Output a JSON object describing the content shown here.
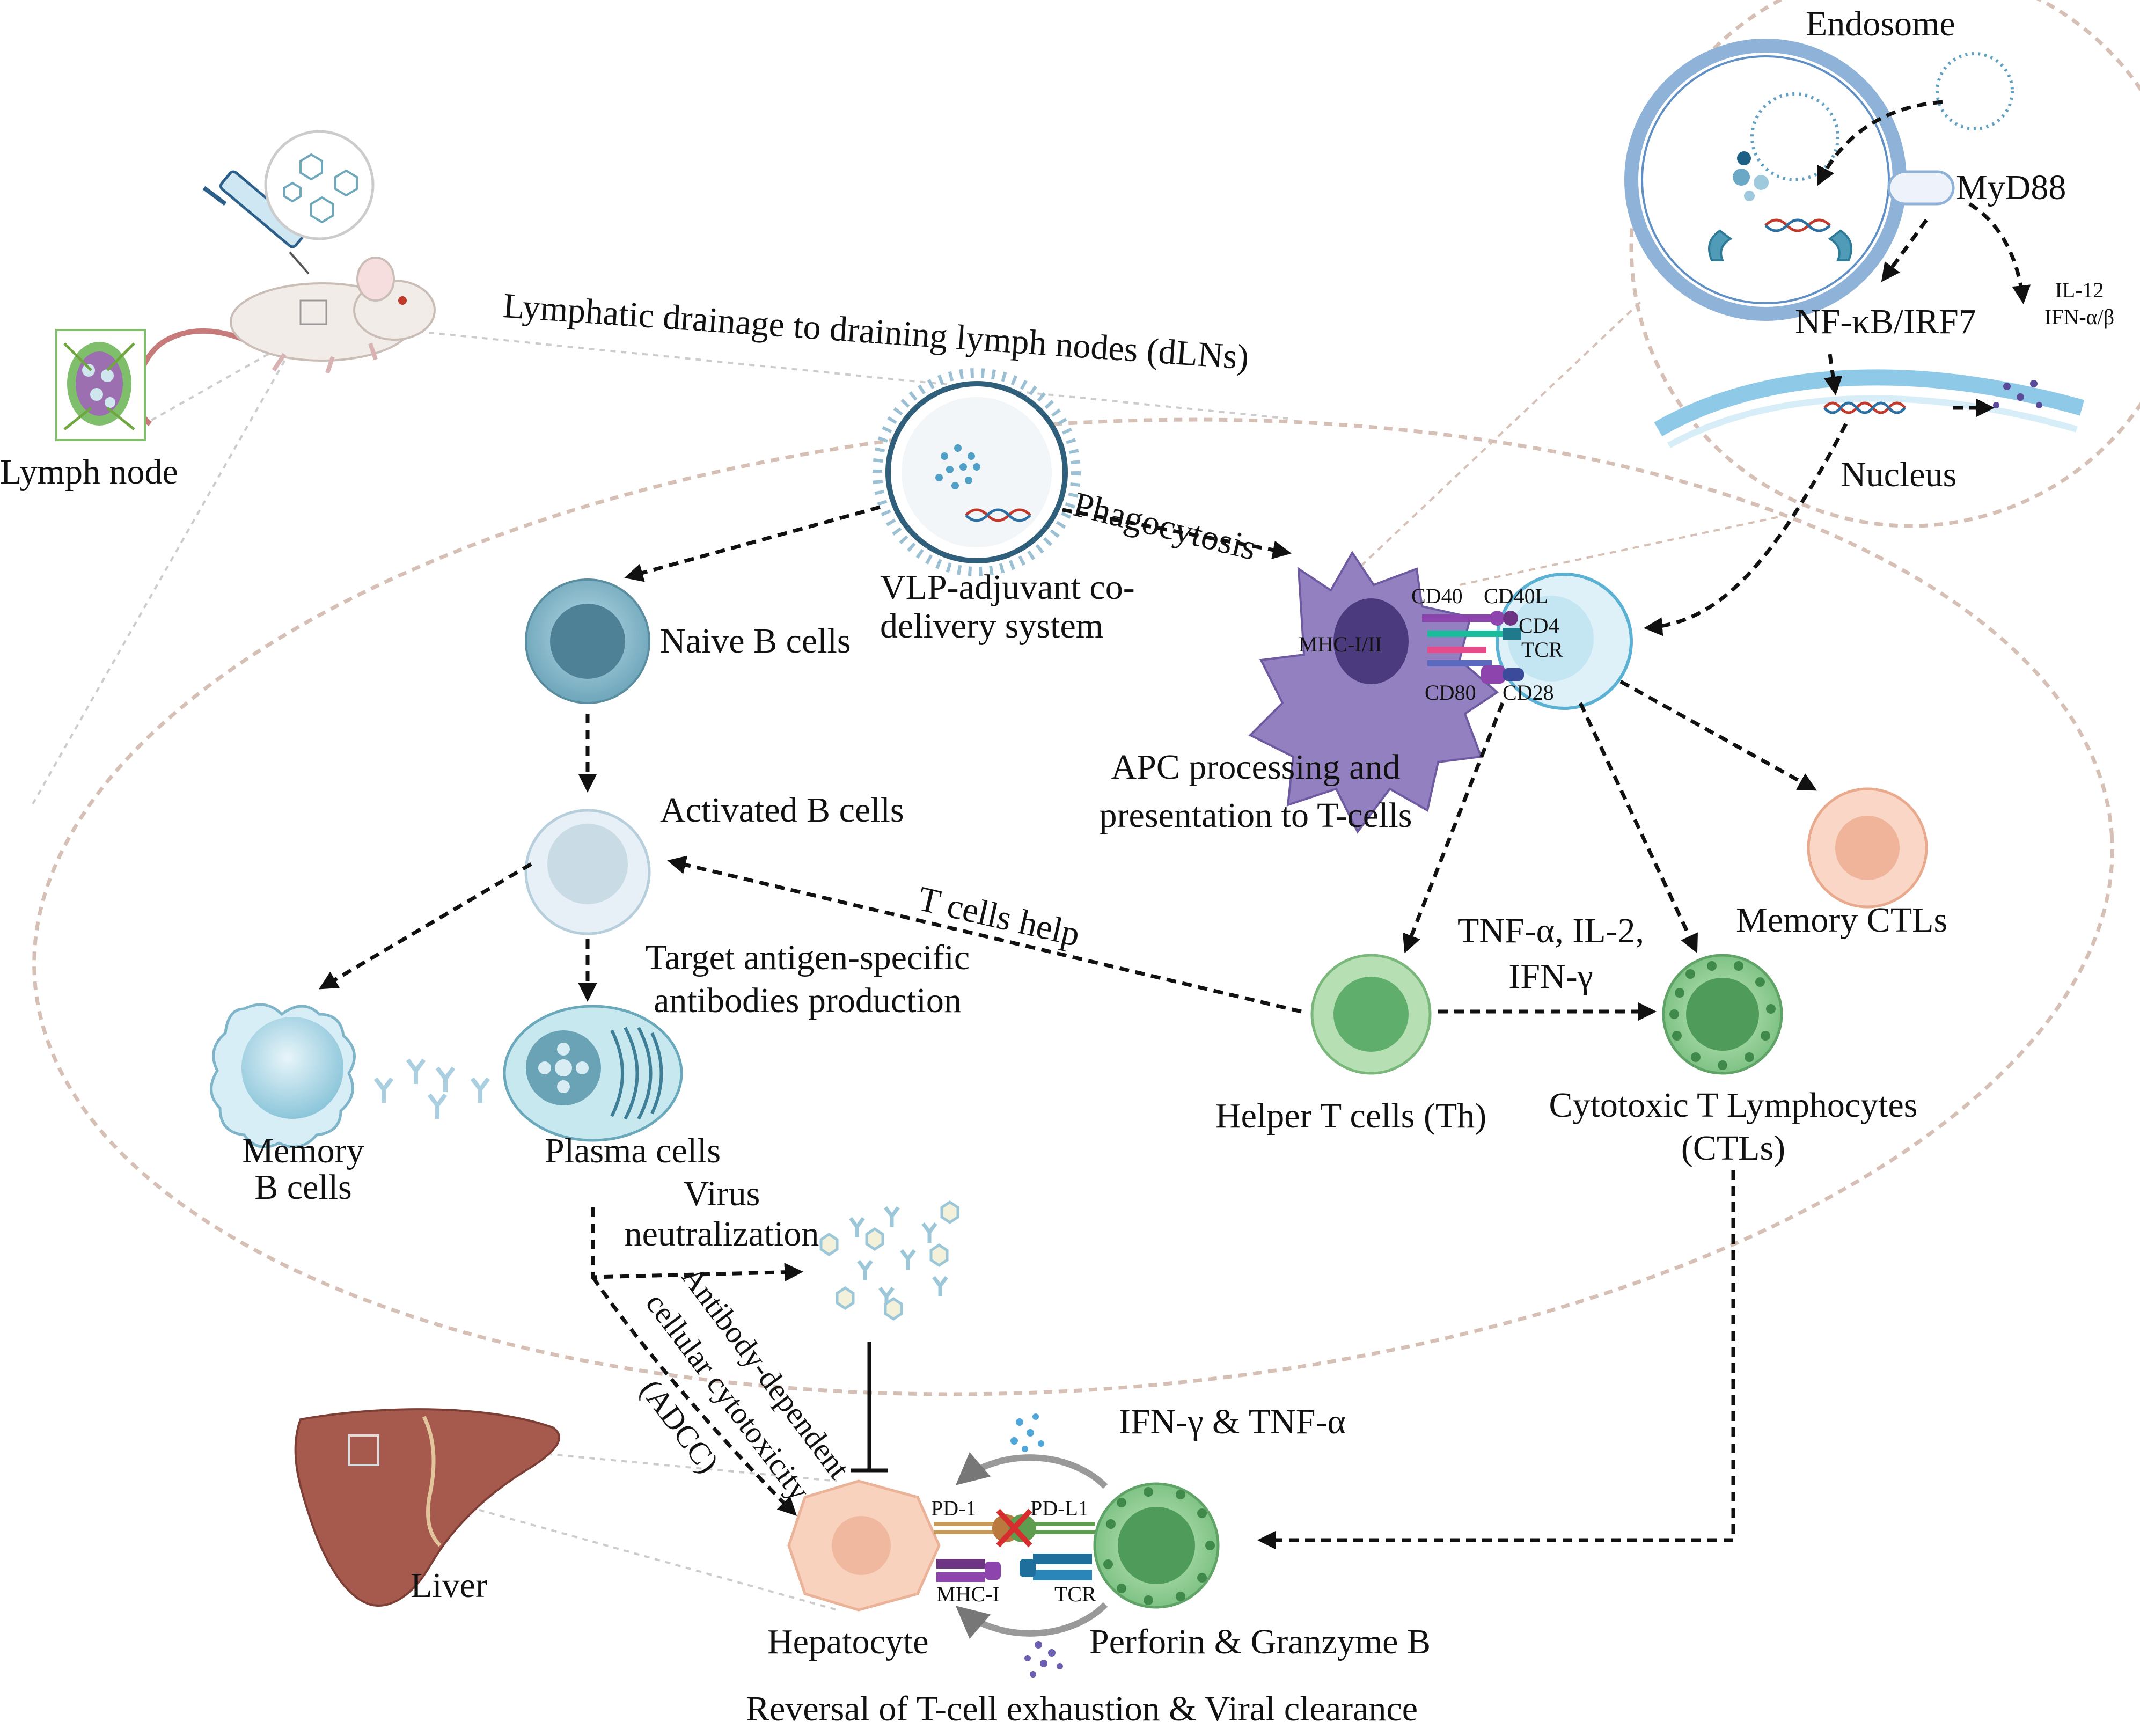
{
  "labels": {
    "lymph_node": "Lymph node",
    "lymphatic_drainage": "Lymphatic drainage to draining lymph nodes (dLNs)",
    "vlp_line1": "VLP-adjuvant co-",
    "vlp_line2": "delivery system",
    "phagocytosis": "Phagocytosis",
    "naive_b": "Naive B cells",
    "activated_b": "Activated B cells",
    "memory_b_line1": "Memory",
    "memory_b_line2": "B cells",
    "plasma": "Plasma cells",
    "antibody_line1": "Target antigen-specific",
    "antibody_line2": "antibodies production",
    "t_cells_help": "T cells help",
    "apc_line1": "APC processing and",
    "apc_line2": "presentation to T-cells",
    "memory_ctl": "Memory CTLs",
    "helper_t": "Helper T cells (Th)",
    "ctl_line1": "Cytotoxic T Lymphocytes",
    "ctl_line2": "(CTLs)",
    "cytokines_line1": "TNF-α, IL-2,",
    "cytokines_line2": "IFN-γ",
    "virus_line1": "Virus",
    "virus_line2": "neutralization",
    "adcc_line1": "Antibody-dependent",
    "adcc_line2": "cellular cytotoxicity",
    "adcc_line3": "(ADCC)",
    "liver": "Liver",
    "hepatocyte": "Hepatocyte",
    "ifn_tnf": "IFN-γ & TNF-α",
    "perforin": "Perforin & Granzyme B",
    "reversal": "Reversal of T-cell exhaustion & Viral clearance",
    "endosome": "Endosome",
    "myd88": "MyD88",
    "nfkb": "NF-κB/IRF7",
    "il12": "IL-12",
    "ifnab": "IFN-α/β",
    "nucleus": "Nucleus"
  },
  "markers": {
    "cd40": "CD40",
    "cd40l": "CD40L",
    "mhc_1_2": "MHC-I/II",
    "cd4": "CD4",
    "tcr": "TCR",
    "cd80": "CD80",
    "cd28": "CD28",
    "pd1": "PD-1",
    "pdl1": "PD-L1",
    "mhc1": "MHC-I",
    "tcr2": "TCR"
  },
  "colors": {
    "b_cell": "#6fa7bb",
    "activated_b": "#dbe9f1",
    "plasma": "#a8d5e0",
    "dendritic": "#8a76b8",
    "t_helper": "#9fd39b",
    "ctl": "#7fc487",
    "memory_ctl": "#f5c7b0",
    "hepatocyte": "#f6cdb6",
    "liver": "#a85b4c",
    "endosome_ring": "#8fb2d8",
    "dotted_outline": "#d6bfb4"
  }
}
